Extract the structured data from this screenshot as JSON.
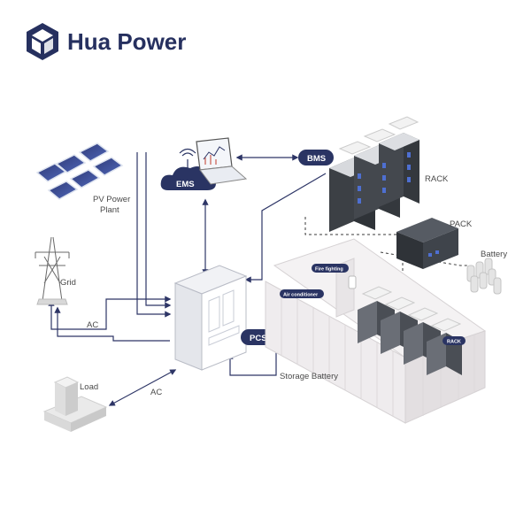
{
  "brand": {
    "name": "Hua Power",
    "icon": "hexagon-cube-logo"
  },
  "labels": {
    "pv": [
      "PV Power",
      "Plant"
    ],
    "grid": "Grid",
    "ac_top": "AC",
    "ac_bottom": "AC",
    "load": "Load",
    "rack": "RACK",
    "pack": "PACK",
    "battery": "Battery",
    "storage": "Storage Battery"
  },
  "pills": {
    "ems": "EMS",
    "bms": "BMS",
    "pcs": "PCS",
    "fire": "Fire fighting",
    "air": "Air conditioner",
    "rack_tag": "RACK"
  },
  "colors": {
    "brand": "#26305f",
    "wire": "#2d3566",
    "pill": "#2a3463"
  }
}
